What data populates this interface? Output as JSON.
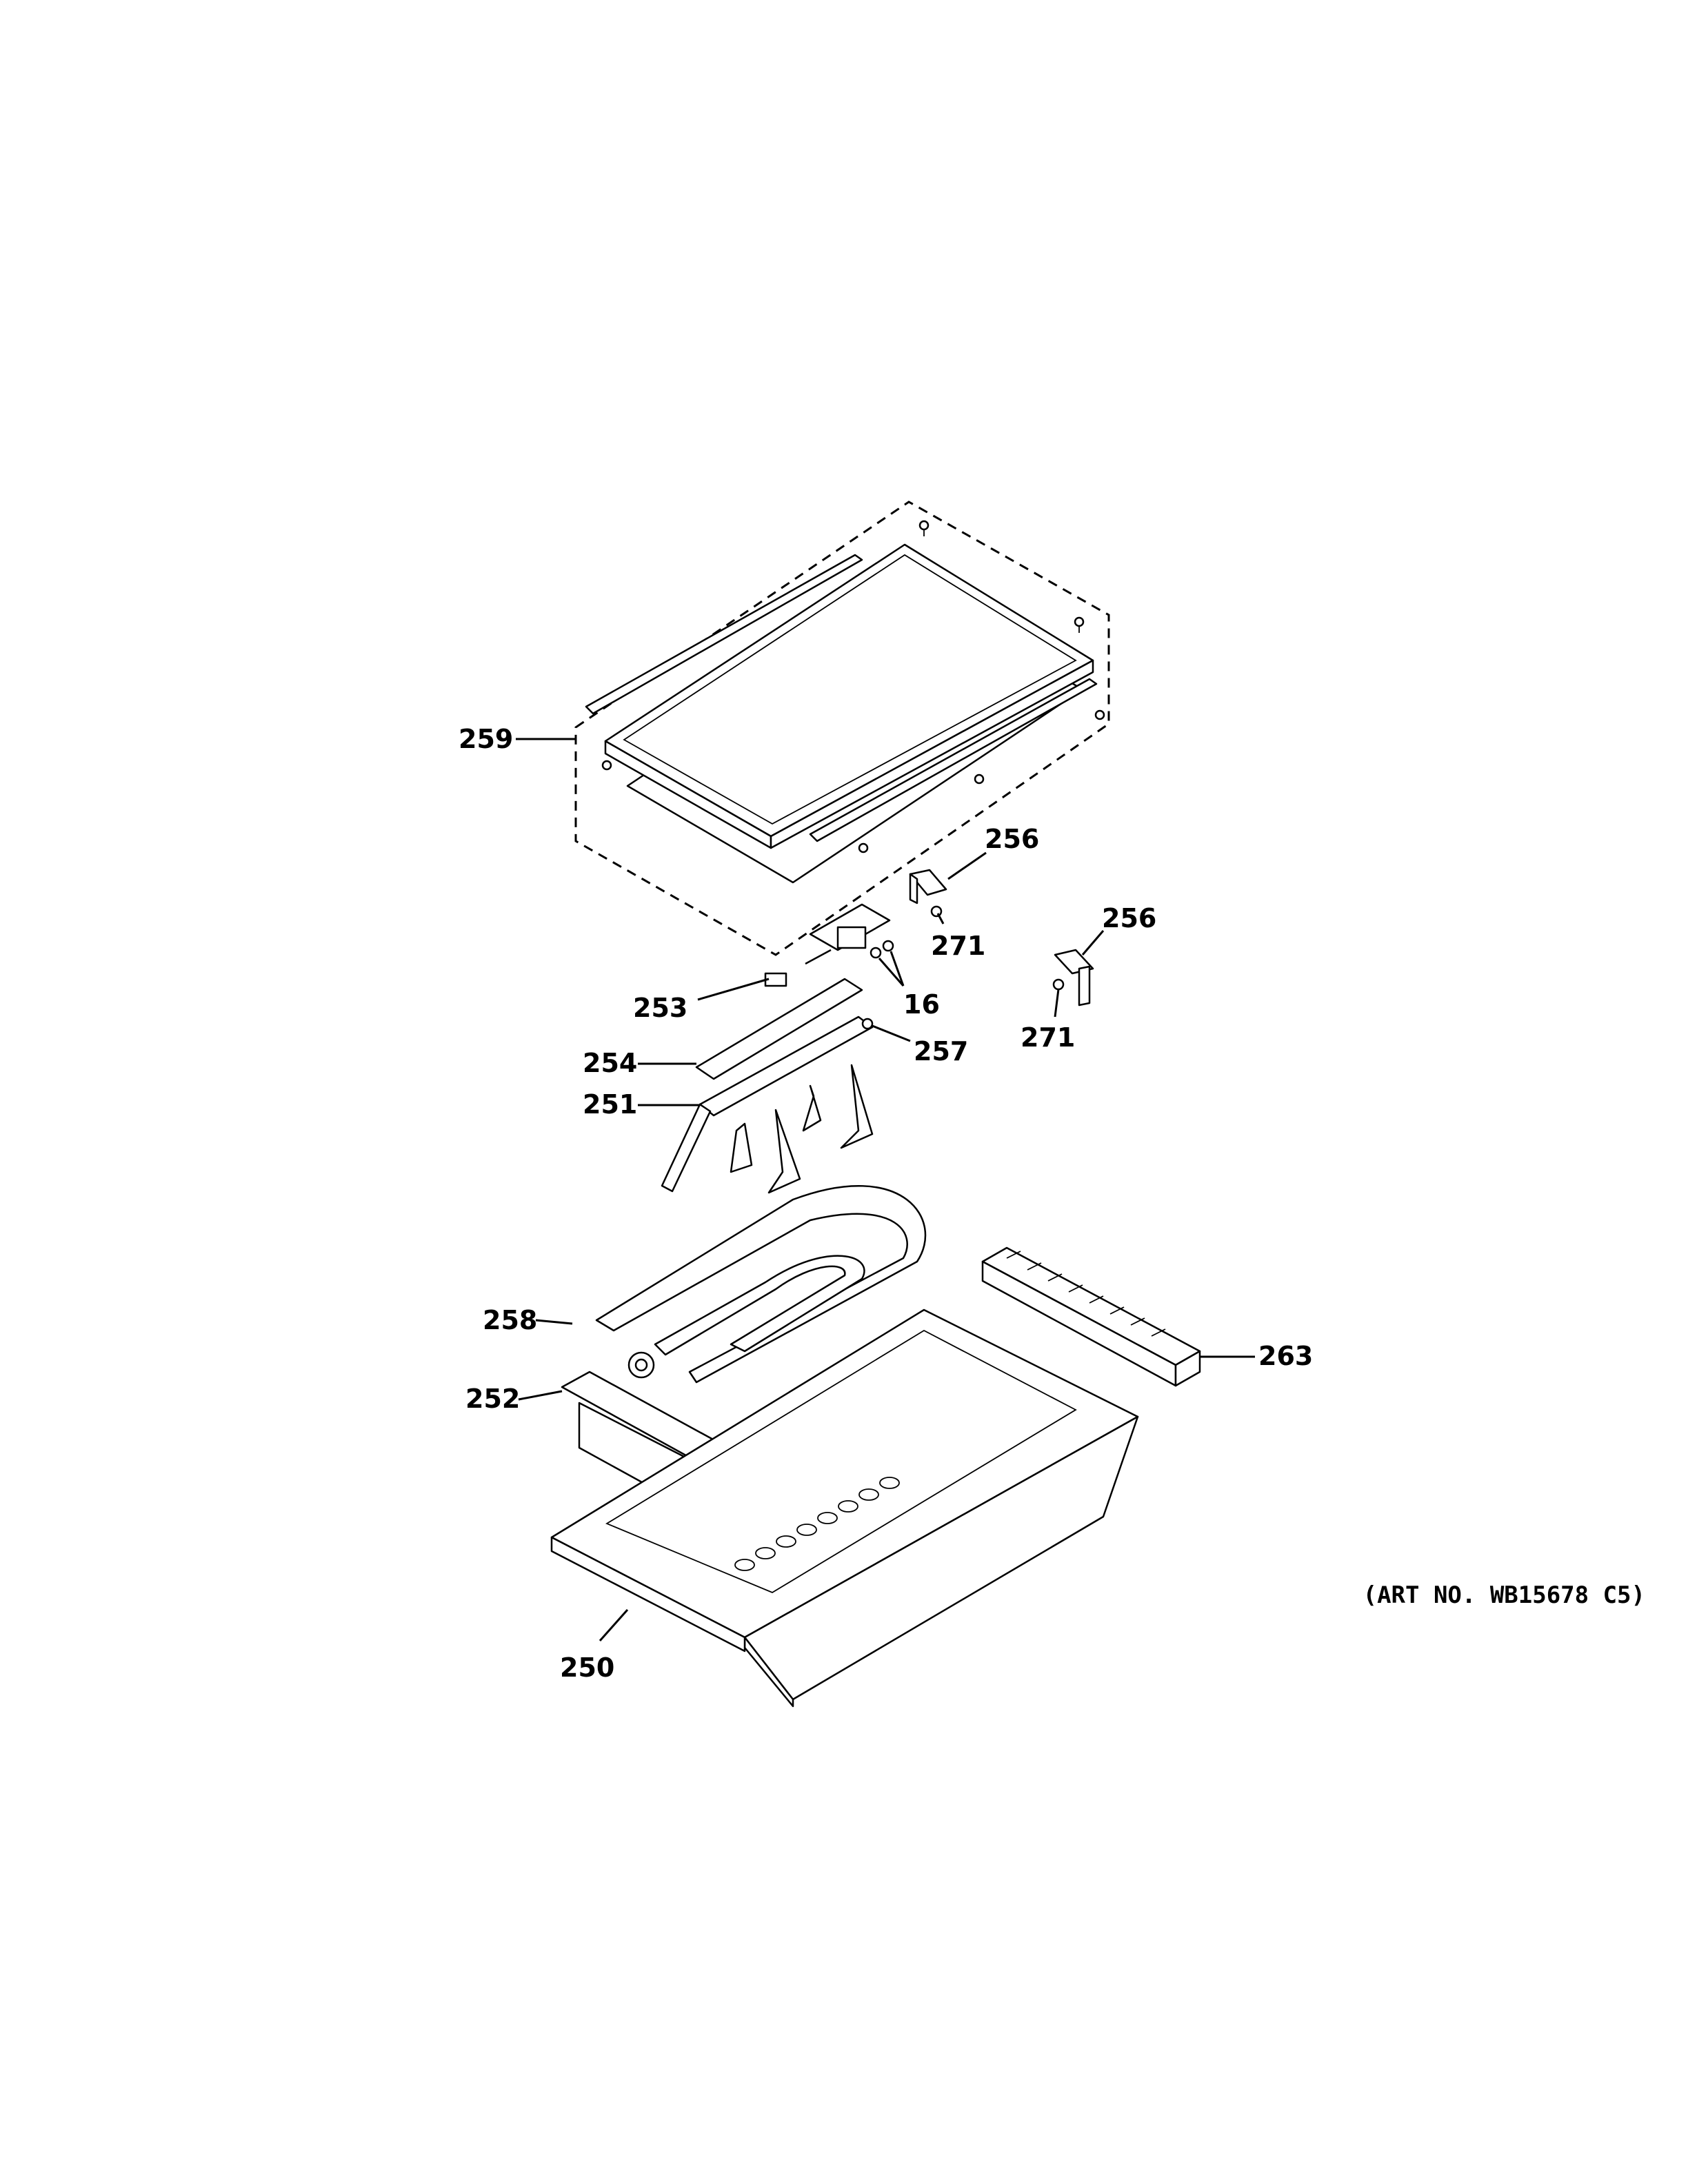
{
  "callouts": {
    "c259": "259",
    "c256a": "256",
    "c256b": "256",
    "c271a": "271",
    "c271b": "271",
    "c16": "16",
    "c253": "253",
    "c257": "257",
    "c254": "254",
    "c251": "251",
    "c258": "258",
    "c263": "263",
    "c252": "252",
    "c250": "250"
  },
  "art_number": "(ART NO. WB15678 C5)"
}
